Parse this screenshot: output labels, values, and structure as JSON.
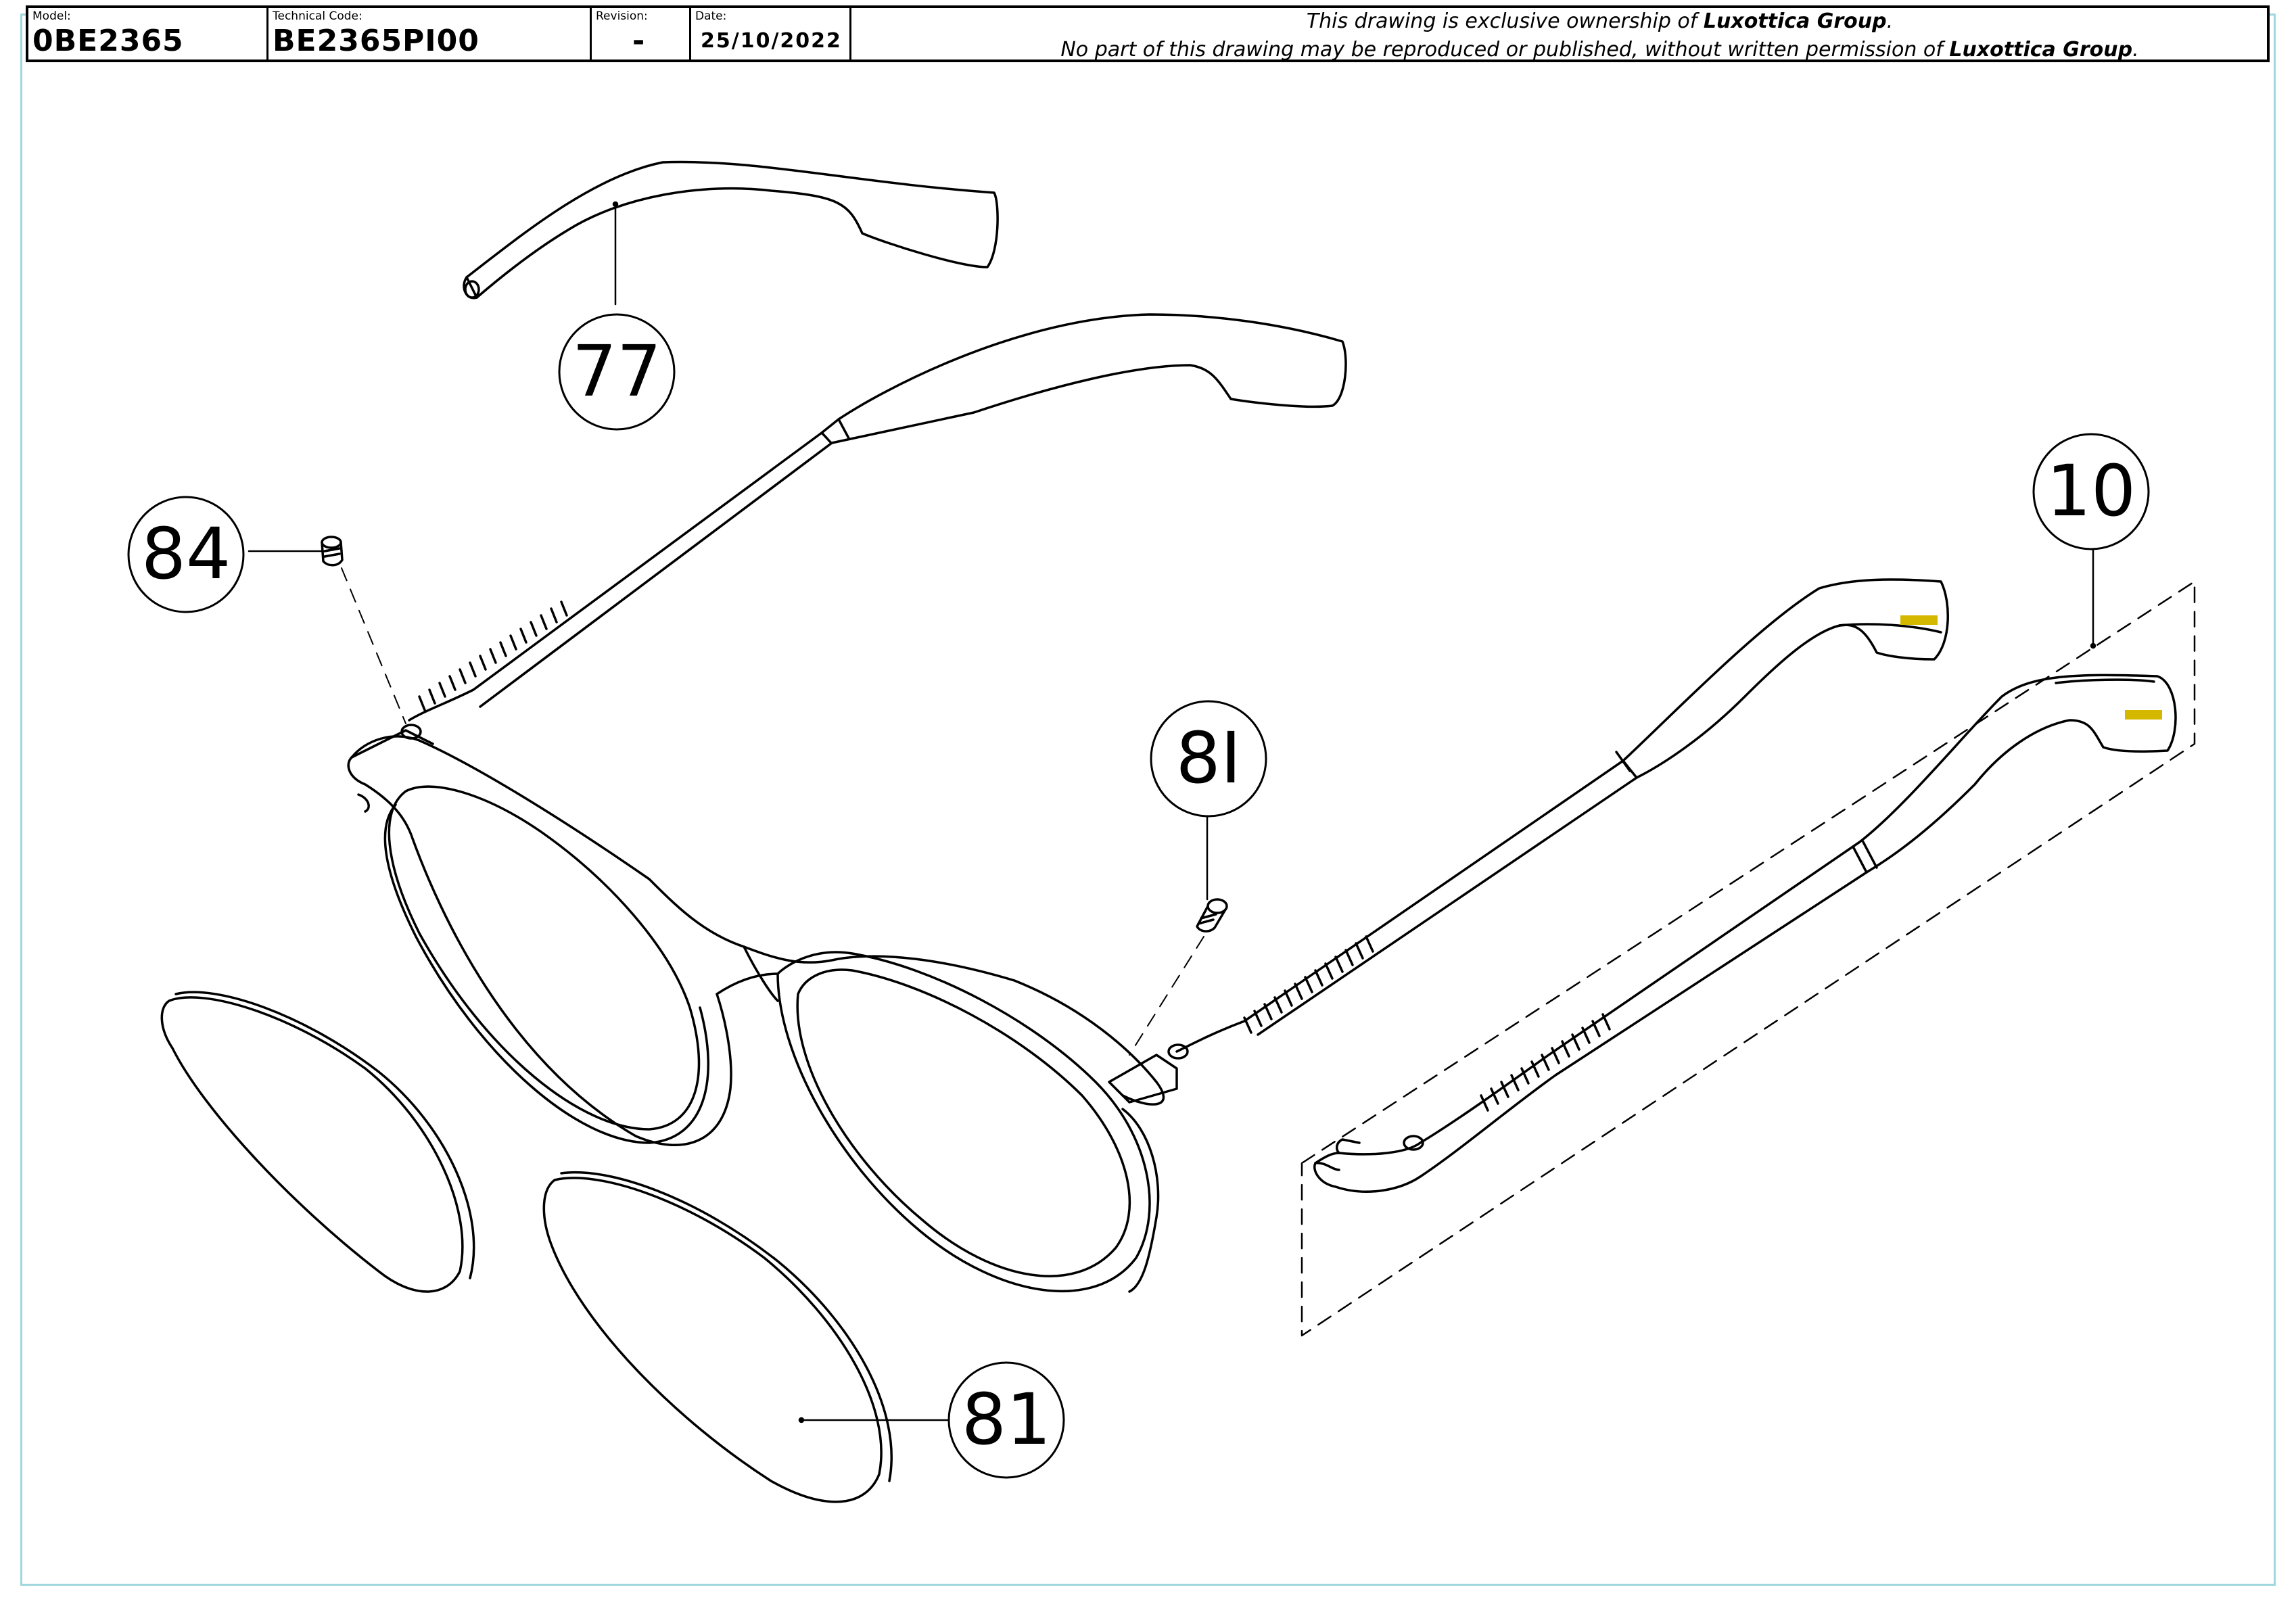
{
  "header": {
    "model_label": "Model:",
    "model_value": "0BE2365",
    "technical_code_label": "Technical Code:",
    "technical_code_value": "BE2365PI00",
    "revision_label": "Revision:",
    "revision_value": "-",
    "date_label": "Date:",
    "date_value": "25/10/2022",
    "notice_line1_prefix": "This drawing is exclusive ownership of ",
    "notice_line1_company": "Luxottica Group",
    "notice_line1_suffix": ".",
    "notice_line2_prefix": "No part of this drawing may be reproduced or published, without written permission of ",
    "notice_line2_company": "Luxottica Group",
    "notice_line2_suffix": "."
  },
  "callouts": {
    "temple_tip": "77",
    "screw": "84",
    "hinge_screw": "8I",
    "lens": "81",
    "temple_assembly": "10"
  },
  "colors": {
    "line": "#000000",
    "border_frame": "#9fd8dc",
    "logo_mark": "#d4b800"
  }
}
